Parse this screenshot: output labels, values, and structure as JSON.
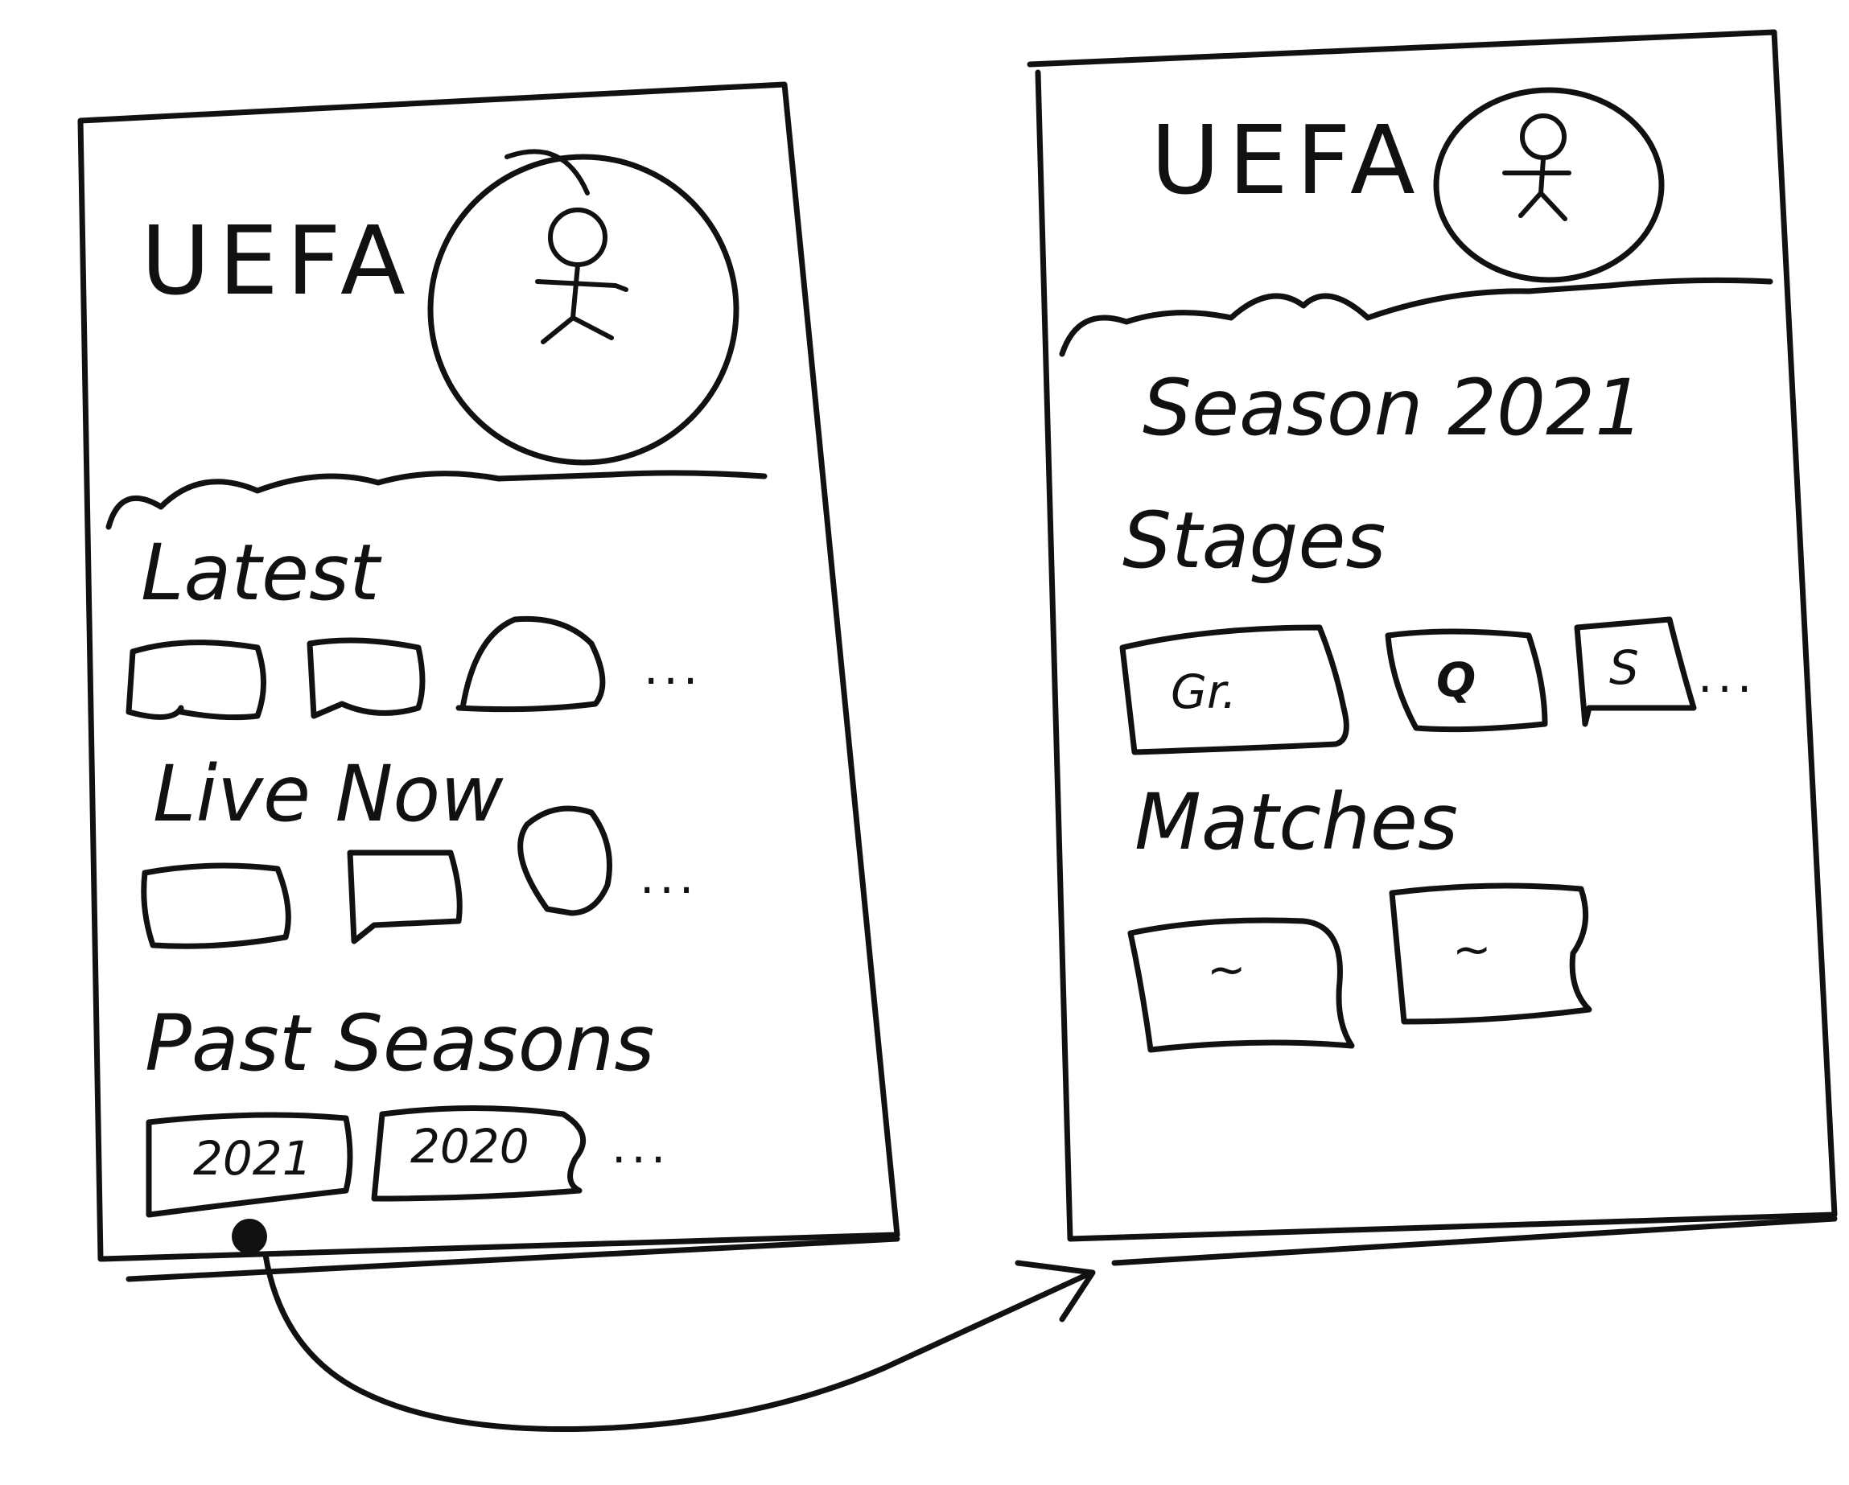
{
  "screens": [
    {
      "id": "home",
      "header": {
        "brand": "UEFA"
      },
      "sections": [
        {
          "title": "Latest",
          "tiles": [
            "",
            "",
            ""
          ],
          "more": "..."
        },
        {
          "title": "Live Now",
          "tiles": [
            "",
            "",
            ""
          ],
          "more": "..."
        },
        {
          "title": "Past Seasons",
          "tiles": [
            "2021",
            "2020"
          ],
          "more": "..."
        }
      ]
    },
    {
      "id": "season-detail",
      "header": {
        "brand": "UEFA"
      },
      "page_title": "Season 2021",
      "sections": [
        {
          "title": "Stages",
          "tiles": [
            "Gr.",
            "Q",
            "S"
          ],
          "more": "..."
        },
        {
          "title": "Matches",
          "tiles": [
            "~",
            "~"
          ],
          "more": ""
        }
      ]
    }
  ],
  "flow": {
    "from": "screens.0.sections.2.tiles.0",
    "to": "screens.1"
  }
}
